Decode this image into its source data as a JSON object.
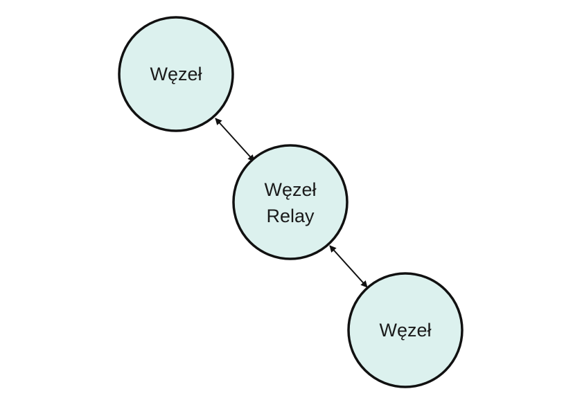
{
  "colors": {
    "node_fill": "#dcf1ee",
    "node_stroke": "#111111",
    "arrow": "#111111",
    "background": "#ffffff"
  },
  "nodes": [
    {
      "id": "top",
      "lines": [
        "Węzeł"
      ]
    },
    {
      "id": "relay",
      "lines": [
        "Węzeł",
        "Relay"
      ]
    },
    {
      "id": "bottom",
      "lines": [
        "Węzeł"
      ]
    }
  ],
  "edges": [
    {
      "from": "top",
      "to": "relay",
      "direction": "both"
    },
    {
      "from": "relay",
      "to": "bottom",
      "direction": "both"
    }
  ]
}
